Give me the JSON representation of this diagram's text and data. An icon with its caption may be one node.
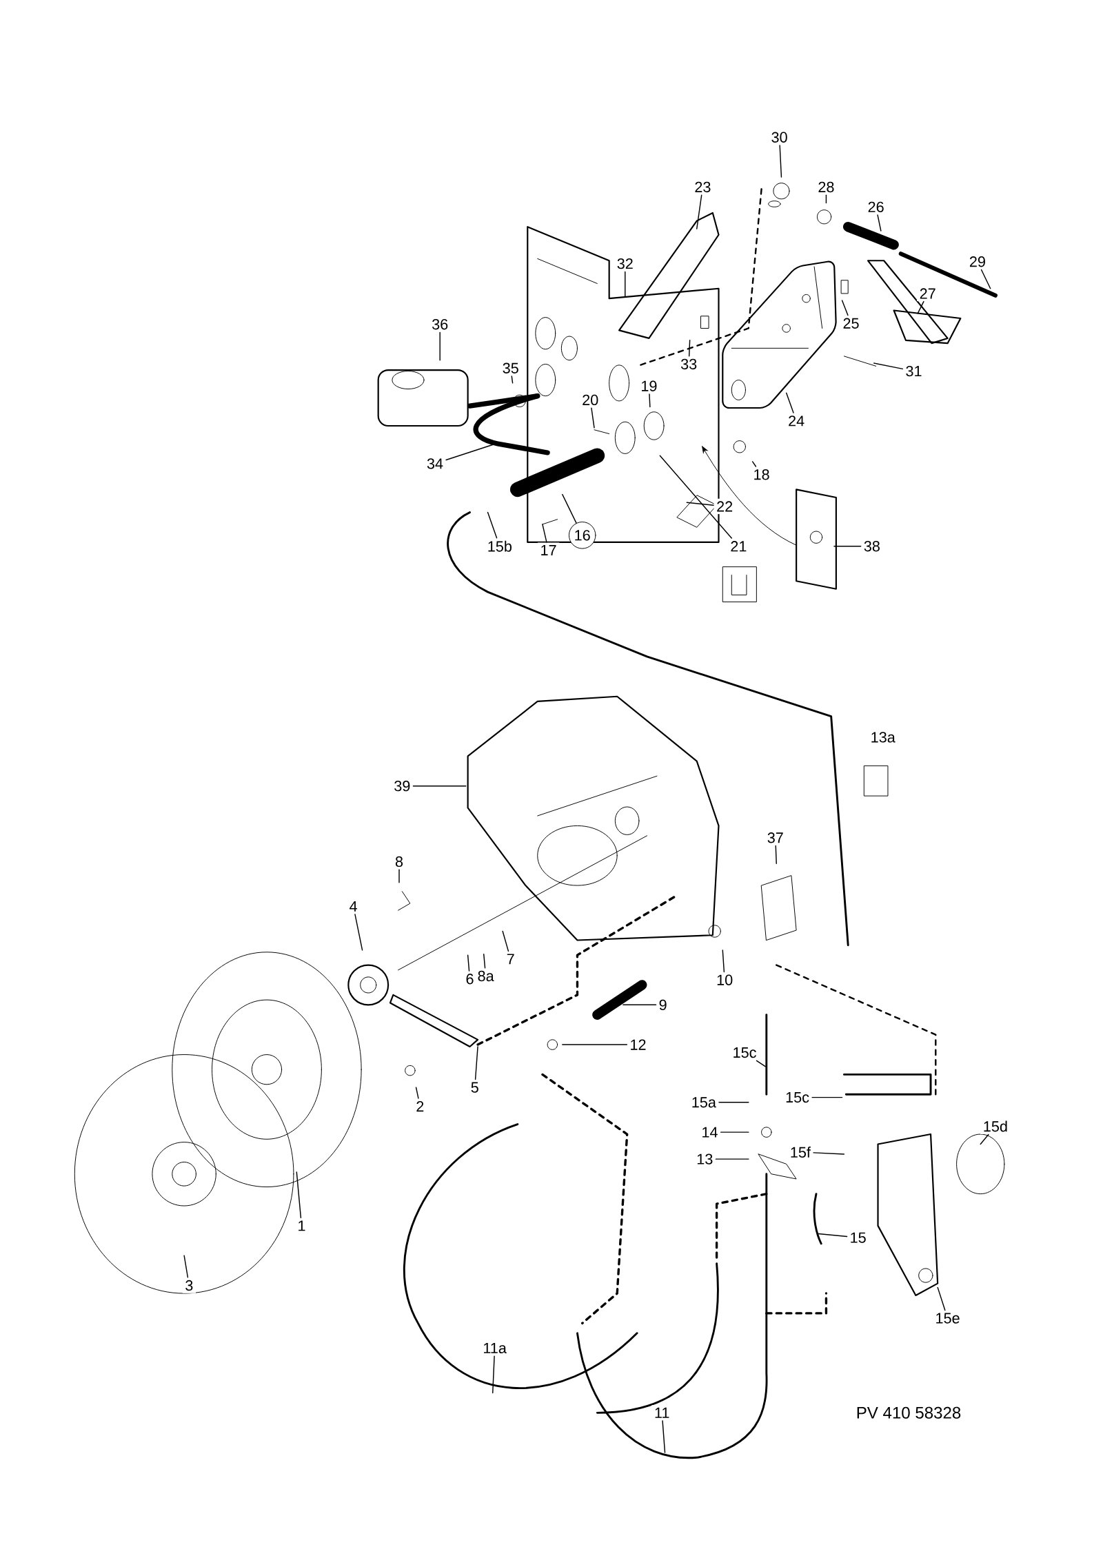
{
  "diagram": {
    "nodes": [
      {
        "text": [
          "30"
        ]
      },
      {
        "text": [
          "23"
        ]
      },
      {
        "text": [
          "28"
        ]
      },
      {
        "text": [
          "26"
        ]
      },
      {
        "text": [
          "32"
        ]
      },
      {
        "text": [
          "29"
        ]
      },
      {
        "text": [
          "27"
        ]
      },
      {
        "text": [
          "36"
        ]
      },
      {
        "text": [
          "25"
        ]
      },
      {
        "text": [
          "35"
        ]
      },
      {
        "text": [
          "33"
        ]
      },
      {
        "text": [
          "31"
        ]
      },
      {
        "text": [
          "19"
        ]
      },
      {
        "text": [
          "20"
        ]
      },
      {
        "text": [
          "24"
        ]
      },
      {
        "text": [
          "34"
        ]
      },
      {
        "text": [
          "18"
        ]
      },
      {
        "text": [
          "22"
        ]
      },
      {
        "text": [
          "15b"
        ]
      },
      {
        "text": [
          "17"
        ]
      },
      {
        "text": [
          "16"
        ]
      },
      {
        "text": [
          "21"
        ]
      },
      {
        "text": [
          "38"
        ]
      },
      {
        "text": [
          "13a"
        ]
      },
      {
        "text": [
          "39"
        ]
      },
      {
        "text": [
          "37"
        ]
      },
      {
        "text": [
          "8"
        ]
      },
      {
        "text": [
          "4"
        ]
      },
      {
        "text": [
          "7"
        ]
      },
      {
        "text": [
          "6"
        ]
      },
      {
        "text": [
          "8a"
        ]
      },
      {
        "text": [
          "10"
        ]
      },
      {
        "text": [
          "9"
        ]
      },
      {
        "text": [
          "12"
        ]
      },
      {
        "text": [
          "15c"
        ]
      },
      {
        "text": [
          "5"
        ]
      },
      {
        "text": [
          "2"
        ]
      },
      {
        "text": [
          "15c"
        ]
      },
      {
        "text": [
          "15a"
        ]
      },
      {
        "text": [
          "14"
        ]
      },
      {
        "text": [
          "15d"
        ]
      },
      {
        "text": [
          "13"
        ]
      },
      {
        "text": [
          "15f"
        ]
      },
      {
        "text": [
          "1"
        ]
      },
      {
        "text": [
          "15"
        ]
      },
      {
        "text": [
          "3"
        ]
      },
      {
        "text": [
          "15e"
        ]
      },
      {
        "text": [
          "11a"
        ]
      },
      {
        "text": [
          "11"
        ]
      }
    ],
    "edges": [
      {
        "from": 0,
        "to": null,
        "arrow": "none"
      },
      {
        "from": 1,
        "to": null,
        "arrow": "none"
      },
      {
        "from": 2,
        "to": null,
        "arrow": "none"
      },
      {
        "from": 3,
        "to": null,
        "arrow": "none"
      },
      {
        "from": 4,
        "to": null,
        "arrow": "none"
      },
      {
        "from": 5,
        "to": null,
        "arrow": "none"
      },
      {
        "from": 6,
        "to": null,
        "arrow": "none"
      },
      {
        "from": 7,
        "to": null,
        "arrow": "none"
      },
      {
        "from": 8,
        "to": null,
        "arrow": "none"
      },
      {
        "from": 9,
        "to": null,
        "arrow": "none"
      },
      {
        "from": 10,
        "to": null,
        "arrow": "none"
      },
      {
        "from": 11,
        "to": null,
        "arrow": "none"
      },
      {
        "from": 12,
        "to": null,
        "arrow": "none"
      },
      {
        "from": 13,
        "to": null,
        "arrow": "none"
      },
      {
        "from": 14,
        "to": null,
        "arrow": "none"
      },
      {
        "from": 15,
        "to": null,
        "arrow": "none"
      },
      {
        "from": 16,
        "to": null,
        "arrow": "none"
      },
      {
        "from": 17,
        "to": null,
        "arrow": "none"
      },
      {
        "from": 18,
        "to": null,
        "arrow": "none"
      },
      {
        "from": 19,
        "to": null,
        "arrow": "none"
      },
      {
        "from": 20,
        "to": null,
        "arrow": "none"
      },
      {
        "from": 21,
        "to": null,
        "arrow": "none"
      },
      {
        "from": 22,
        "to": null,
        "arrow": "none"
      },
      {
        "from": 24,
        "to": null,
        "arrow": "none"
      },
      {
        "from": 25,
        "to": null,
        "arrow": "none"
      },
      {
        "from": 26,
        "to": null,
        "arrow": "none"
      },
      {
        "from": 27,
        "to": null,
        "arrow": "none"
      },
      {
        "from": 28,
        "to": null,
        "arrow": "none"
      },
      {
        "from": 29,
        "to": null,
        "arrow": "none"
      },
      {
        "from": 30,
        "to": null,
        "arrow": "none"
      },
      {
        "from": 31,
        "to": null,
        "arrow": "none"
      },
      {
        "from": 32,
        "to": null,
        "arrow": "none"
      },
      {
        "from": 33,
        "to": null,
        "arrow": "none"
      },
      {
        "from": 34,
        "to": null,
        "arrow": "none"
      },
      {
        "from": 35,
        "to": null,
        "arrow": "none"
      },
      {
        "from": 36,
        "to": null,
        "arrow": "none"
      },
      {
        "from": 37,
        "to": null,
        "arrow": "none"
      },
      {
        "from": 38,
        "to": null,
        "arrow": "none"
      },
      {
        "from": 39,
        "to": null,
        "arrow": "none"
      },
      {
        "from": 40,
        "to": null,
        "arrow": "none"
      },
      {
        "from": 41,
        "to": null,
        "arrow": "none"
      },
      {
        "from": 42,
        "to": null,
        "arrow": "none"
      },
      {
        "from": 43,
        "to": null,
        "arrow": "none"
      },
      {
        "from": 44,
        "to": null,
        "arrow": "none"
      },
      {
        "from": 45,
        "to": null,
        "arrow": "none"
      },
      {
        "from": 46,
        "to": null,
        "arrow": "none"
      },
      {
        "from": 47,
        "to": null,
        "arrow": "none"
      },
      {
        "from": 48,
        "to": null,
        "arrow": "none"
      }
    ],
    "labels": [
      "PV 410 58328"
    ]
  }
}
